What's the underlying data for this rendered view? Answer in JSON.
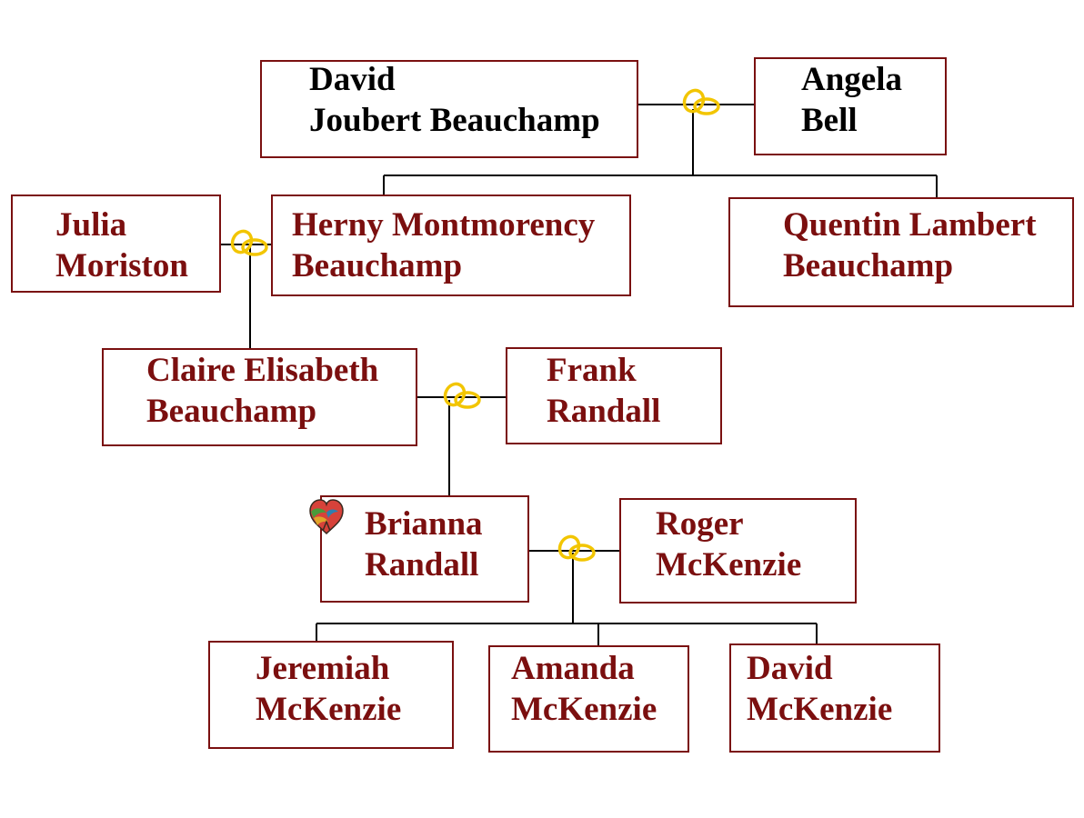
{
  "colors": {
    "box_border": "#7a1010",
    "name_text": "#7b0f0f",
    "root_text": "#000000",
    "connector": "#000000",
    "ring": "#f2c500"
  },
  "people": {
    "david_joubert": {
      "line1": "David",
      "line2": "Joubert Beauchamp"
    },
    "angela": {
      "line1": "Angela",
      "line2": "Bell"
    },
    "julia": {
      "line1": "Julia",
      "line2": "Moriston"
    },
    "henry": {
      "line1": "Herny Montmorency",
      "line2": "Beauchamp"
    },
    "quentin": {
      "line1": "Quentin Lambert",
      "line2": "Beauchamp"
    },
    "claire": {
      "line1": "Claire Elisabeth",
      "line2": "Beauchamp"
    },
    "frank": {
      "line1": "Frank",
      "line2": "Randall"
    },
    "brianna": {
      "line1": "Brianna",
      "line2": "Randall"
    },
    "roger": {
      "line1": "Roger",
      "line2": "McKenzie"
    },
    "jeremiah": {
      "line1": "Jeremiah",
      "line2": "McKenzie"
    },
    "amanda": {
      "line1": "Amanda",
      "line2": "McKenzie"
    },
    "david_mckenzie": {
      "line1": "David",
      "line2": "McKenzie"
    }
  },
  "icons": {
    "marriage": "wedding-rings-icon",
    "highlight": "heart-icon"
  }
}
